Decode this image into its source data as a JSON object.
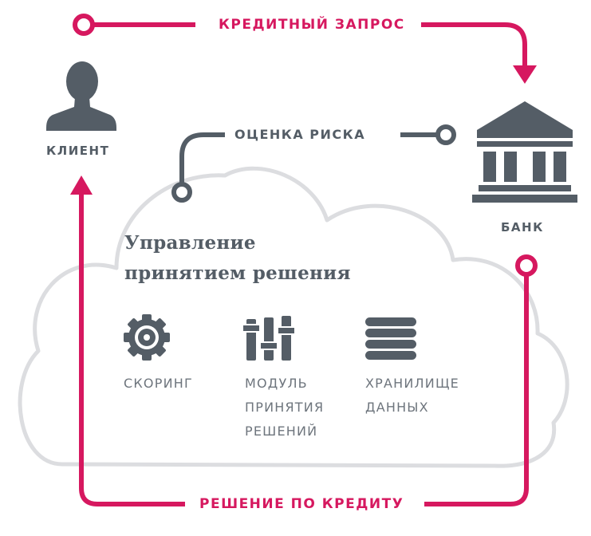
{
  "flows": {
    "credit_request": "КРЕДИТНЫЙ ЗАПРОС",
    "risk_assessment": "ОЦЕНКА РИСКА",
    "credit_decision": "РЕШЕНИЕ ПО КРЕДИТУ"
  },
  "actors": {
    "client": {
      "label": "КЛИЕНТ",
      "icon": "person-icon"
    },
    "bank": {
      "label": "БАНК",
      "icon": "bank-icon"
    }
  },
  "cloud": {
    "title_line1": "Управление",
    "title_line2": "принятием решения",
    "modules": [
      {
        "icon": "gear-icon",
        "lines": [
          "СКОРИНГ"
        ]
      },
      {
        "icon": "sliders-icon",
        "lines": [
          "МОДУЛЬ",
          "ПРИНЯТИЯ",
          "РЕШЕНИЙ"
        ]
      },
      {
        "icon": "database-icon",
        "lines": [
          "ХРАНИЛИЩЕ",
          "ДАННЫХ"
        ]
      }
    ]
  },
  "colors": {
    "accent": "#d6185f",
    "dark_grey": "#545d66",
    "light_grey": "#dcdde0"
  }
}
